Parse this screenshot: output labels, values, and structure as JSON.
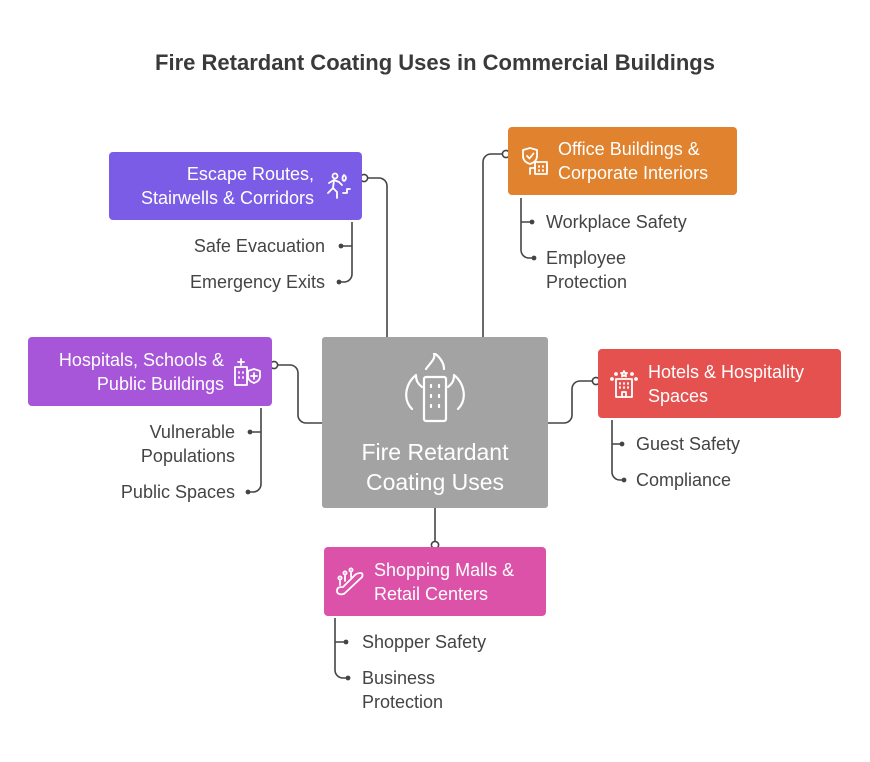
{
  "title": "Fire Retardant Coating Uses in Commercial Buildings",
  "center": {
    "line1": "Fire Retardant",
    "line2": "Coating Uses",
    "icon": "burning-building-icon",
    "color": "#a3a3a3"
  },
  "branches": {
    "escape": {
      "line1": "Escape Routes,",
      "line2": "Stairwells & Corridors",
      "icon": "running-person-icon",
      "color": "#7b5ce6",
      "items": [
        "Safe Evacuation",
        "Emergency Exits"
      ]
    },
    "office": {
      "line1": "Office Buildings &",
      "line2": "Corporate Interiors",
      "icon": "shield-building-icon",
      "color": "#e0822e",
      "items": [
        "Workplace Safety",
        "Employee",
        "Protection"
      ]
    },
    "hospitals": {
      "line1": "Hospitals, Schools &",
      "line2": "Public Buildings",
      "icon": "hospital-shield-icon",
      "color": "#a755d9",
      "items": [
        "Vulnerable",
        "Populations",
        "Public Spaces"
      ]
    },
    "hotels": {
      "line1": "Hotels & Hospitality",
      "line2": "Spaces",
      "icon": "hotel-icon",
      "color": "#e5514f",
      "items": [
        "Guest Safety",
        "Compliance"
      ]
    },
    "malls": {
      "line1": "Shopping Malls &",
      "line2": "Retail Centers",
      "icon": "escalator-icon",
      "color": "#dc52a8",
      "items": [
        "Shopper Safety",
        "Business",
        "Protection"
      ]
    }
  }
}
